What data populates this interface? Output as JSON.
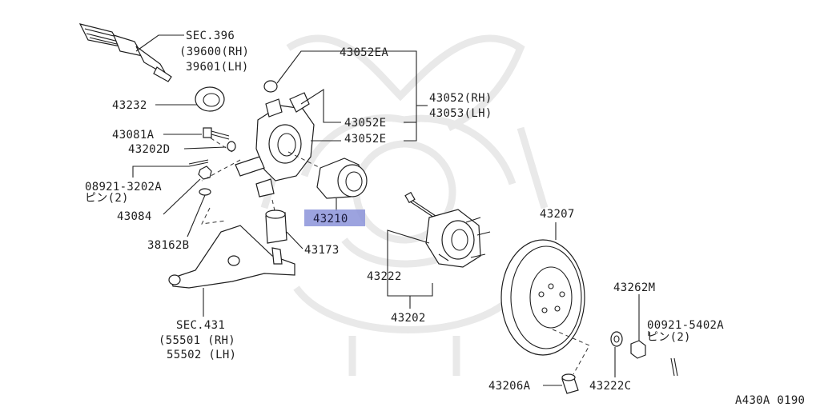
{
  "labels": {
    "sec396": "SEC.396",
    "p39600": "(39600(RH)",
    "p39601": "39601(LH)",
    "p43232": "43232",
    "p43081A": "43081A",
    "p43202D": "43202D",
    "p08921_3202A": "08921-3202A",
    "pin2_a": "ピン(2)",
    "p43084": "43084",
    "p38162B": "38162B",
    "p43052EA": "43052EA",
    "p43052RH": "43052(RH)",
    "p43053LH": "43053(LH)",
    "p43052E_1": "43052E",
    "p43052E_2": "43052E",
    "p43210": "43210",
    "p43173": "43173",
    "sec431": "SEC.431",
    "p55501": "(55501 (RH)",
    "p55502": "55502 (LH)",
    "p43222": "43222",
    "p43202": "43202",
    "p43207": "43207",
    "p43262M": "43262M",
    "p00921_5402A": "00921-5402A",
    "pin2_b": "ピン(2)",
    "p43206A": "43206A",
    "p43222C": "43222C",
    "catalog_code": "A430A 0190"
  }
}
